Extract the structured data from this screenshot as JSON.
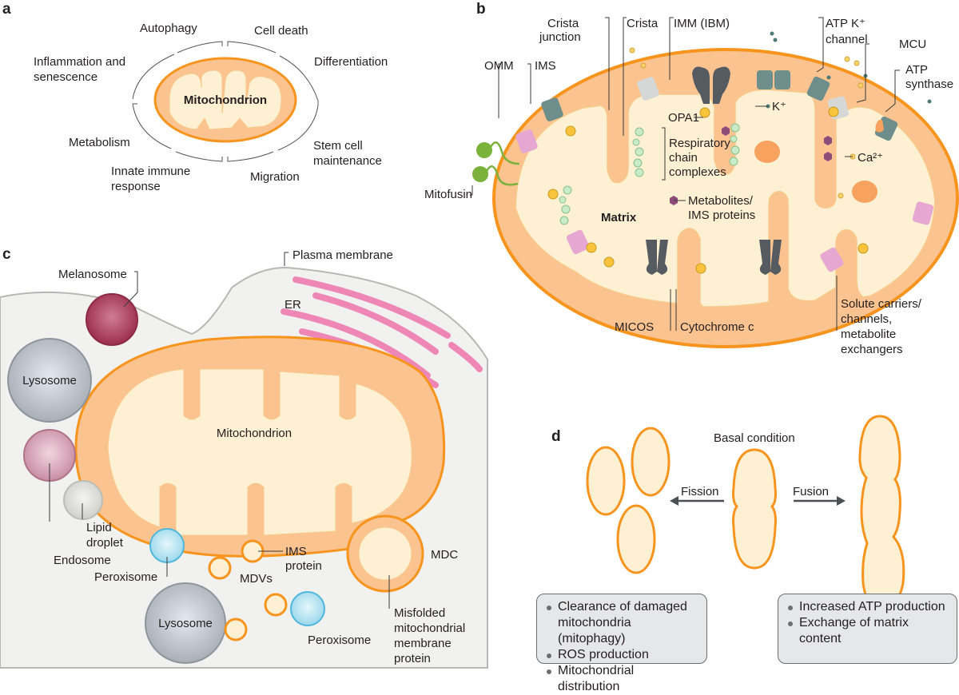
{
  "panels": {
    "a": {
      "letter": "a",
      "center": "Mitochondrion",
      "functions": [
        "Autophagy",
        "Cell death",
        "Inflammation and",
        "senescence",
        "Differentiation",
        "Metabolism",
        "Stem cell",
        "maintenance",
        "Innate immune",
        "response",
        "Migration"
      ]
    },
    "b": {
      "letter": "b",
      "labels": {
        "crista_junction": [
          "Crista",
          "junction"
        ],
        "crista": "Crista",
        "imm": "IMM (IBM)",
        "atp_k": [
          "ATP K⁺",
          "channel"
        ],
        "mcu": "MCU",
        "atp_synthase": [
          "ATP",
          "synthase"
        ],
        "omm": "OMM",
        "ims": "IMS",
        "opa1": "OPA1",
        "k_ion": "K⁺",
        "respiratory": [
          "Respiratory",
          "chain",
          "complexes"
        ],
        "ca_ion": "Ca²⁺",
        "mitofusin": "Mitofusin",
        "matrix": "Matrix",
        "metabolites": [
          "Metabolites/",
          "IMS proteins"
        ],
        "micos": "MICOS",
        "cytochrome": "Cytochrome c",
        "solute": [
          "Solute carriers/",
          "channels,",
          "metabolite",
          "exchangers"
        ]
      }
    },
    "c": {
      "letter": "c",
      "labels": {
        "plasma": "Plasma membrane",
        "melanosome": "Melanosome",
        "er": "ER",
        "lysosome1": "Lysosome",
        "mito": "Mitochondrion",
        "lipid": [
          "Lipid",
          "droplet"
        ],
        "endosome": "Endosome",
        "peroxisome1": "Peroxisome",
        "ims_protein": [
          "IMS",
          "protein"
        ],
        "mdvs": "MDVs",
        "mdc": "MDC",
        "lysosome2": "Lysosome",
        "peroxisome2": "Peroxisome",
        "misfolded": [
          "Misfolded",
          "mitochondrial",
          "membrane",
          "protein"
        ]
      }
    },
    "d": {
      "letter": "d",
      "basal": "Basal condition",
      "fission": "Fission",
      "fusion": "Fusion",
      "fission_effects": [
        "Clearance of damaged mitochondria (mitophagy)",
        "ROS production",
        "Mitochondrial distribution"
      ],
      "fusion_effects": [
        "Increased ATP production",
        "Exchange of matrix content"
      ]
    }
  },
  "colors": {
    "omm": "#f7941d",
    "ims": "#fbc38f",
    "matrix": "#fef0d2",
    "cytosol": "#f1f1ef",
    "er": "#ee86b6",
    "melanosome": "#a3334f",
    "lysosome": "#b6bcc4",
    "peroxisome": "#8fd3ea",
    "box": "#e6e7e8"
  }
}
